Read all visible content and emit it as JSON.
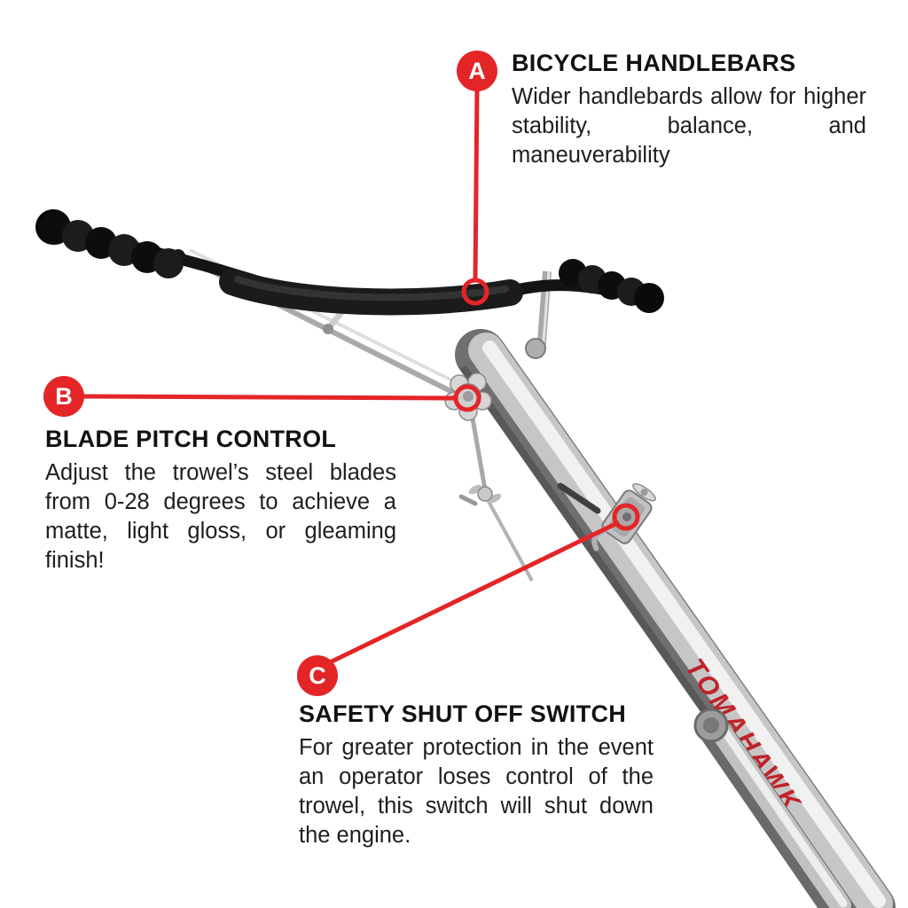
{
  "callouts": [
    {
      "letter": "A",
      "title": "BICYCLE HANDLEBARS",
      "body": "Wider handlebards allow for higher stability, balance, and maneuverability"
    },
    {
      "letter": "B",
      "title": "BLADE PITCH CONTROL",
      "body": "Adjust the trowel’s steel blades from 0-28 degrees to achieve a matte, light gloss, or gleaming finish!"
    },
    {
      "letter": "C",
      "title": "SAFETY SHUT OFF SWITCH",
      "body": "For greater protection in the event an operator loses control of the trowel, this switch will shut down the engine."
    }
  ],
  "machine": {
    "brand": "TOMAHAWK"
  },
  "colors": {
    "accent": "#e42528",
    "brand": "#bf2228",
    "background": "#ffffff",
    "text": "#1b1b1b"
  }
}
